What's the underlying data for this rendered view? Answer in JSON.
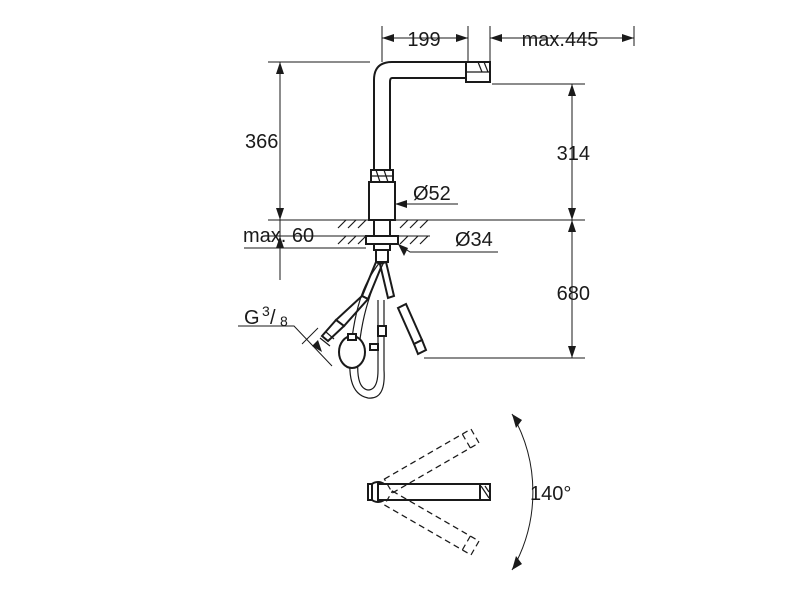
{
  "dimensions": {
    "spout_offset": "199",
    "max_reach": "max.445",
    "total_height": "366",
    "spout_height": "314",
    "base_diameter": "Ø52",
    "hole_diameter": "Ø34",
    "max_thickness": "max. 60",
    "hose_length": "680",
    "connection_prefix": "G",
    "connection_num": "3",
    "connection_den": "8",
    "swivel_angle": "140°"
  }
}
